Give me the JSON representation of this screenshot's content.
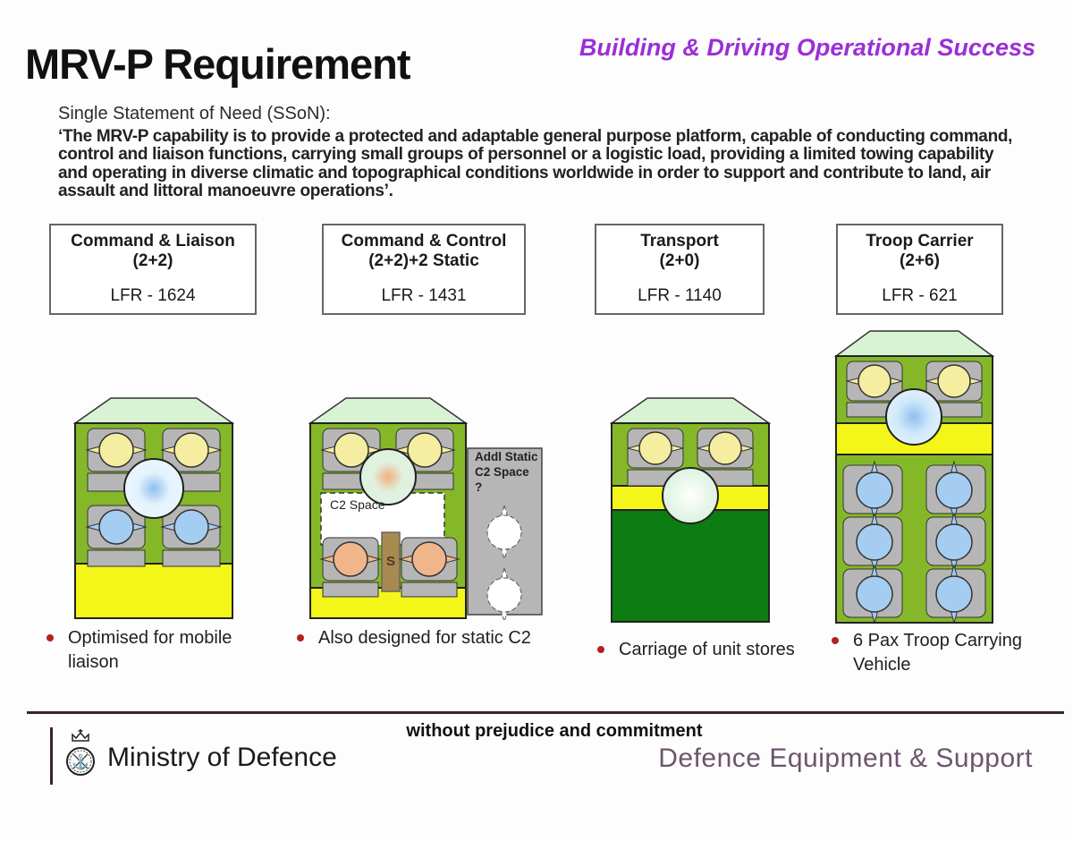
{
  "header": {
    "title": "MRV-P Requirement",
    "tagline": "Building & Driving Operational Success"
  },
  "sson": {
    "label": "Single Statement of Need (SSoN):",
    "statement": "‘The MRV-P capability is to provide a protected and adaptable general purpose platform, capable of conducting command, control and liaison functions, carrying small groups of personnel or a logistic load, providing a limited towing capability and operating in diverse climatic and topographical conditions worldwide in order to support and contribute to land, air assault and littoral manoeuvre operations’."
  },
  "variants": [
    {
      "name": "Command & Liaison",
      "config": "(2+2)",
      "lfr": "LFR - 1624",
      "bullet": "Optimised for mobile liaison"
    },
    {
      "name": "Command & Control",
      "config": "(2+2)+2 Static",
      "lfr": "LFR - 1431",
      "bullet": "Also designed for static C2"
    },
    {
      "name": "Transport",
      "config": "(2+0)",
      "lfr": "LFR - 1140",
      "bullet": "Carriage of unit stores"
    },
    {
      "name": "Troop Carrier",
      "config": "(2+6)",
      "lfr": "LFR - 621",
      "bullet": "6 Pax Troop Carrying Vehicle"
    }
  ],
  "diagram_labels": {
    "c2_space": "C2 Space",
    "addl_static": "Addl Static C2 Space ?",
    "stores_seat": "S"
  },
  "footer": {
    "disclaimer": "without prejudice and commitment",
    "org": "Ministry of Defence",
    "des": "Defence Equipment & Support"
  },
  "icons": {
    "mod_crest_anchor": "⚓"
  },
  "colors": {
    "tagline_purple": "#9b2fd6",
    "des_plum": "#6b566b",
    "footer_line": "#3a2233",
    "vehicle_green": "#85b829",
    "windshield_green": "#d8f3d3",
    "cargo_yellow": "#f3f618",
    "cargo_dark_green": "#0d7c12",
    "seat_gray": "#b6b6b6",
    "person_yellow": "#f5eda0",
    "person_blue": "#a5cdf2",
    "person_orange": "#f0b58a",
    "bullet_red": "#b22222"
  }
}
